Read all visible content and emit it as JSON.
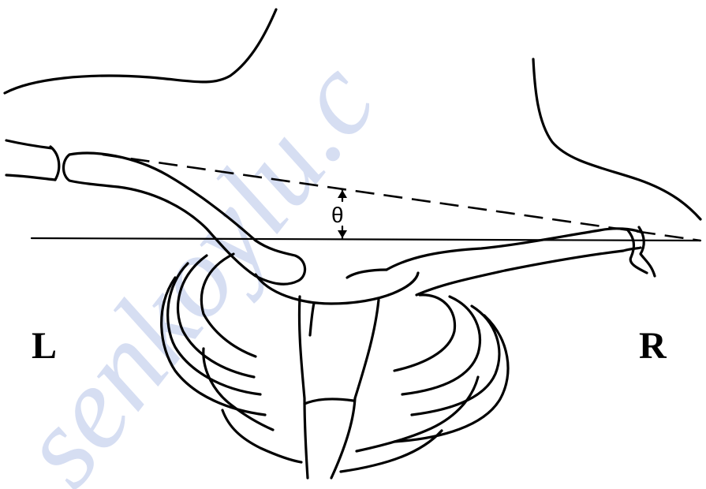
{
  "labels": {
    "left": "L",
    "right": "R",
    "angle": "θ"
  },
  "watermark": {
    "text": "senkoylu.c"
  },
  "colors": {
    "ink": "#000000",
    "watermark": "#c9d3ee",
    "background": "#ffffff"
  }
}
